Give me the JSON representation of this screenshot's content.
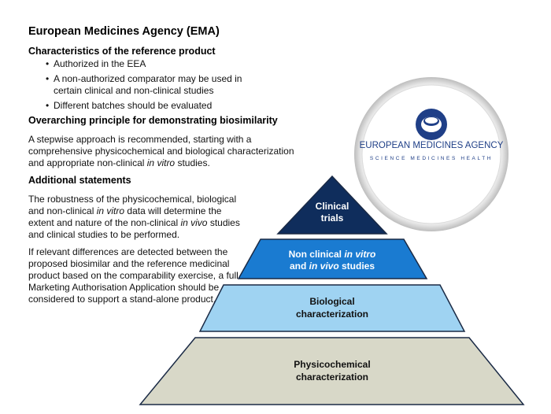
{
  "title": "European Medicines Agency (EMA)",
  "section1": {
    "heading": "Characteristics of the reference product",
    "bullets": [
      "Authorized in the EEA",
      "A non-authorized comparator may be used in certain clinical and non-clinical studies",
      "Different batches should be evaluated"
    ]
  },
  "section2": {
    "heading": "Overarching principle for demonstrating biosimilarity",
    "text_before": "A stepwise approach is recommended, starting with a comprehensive physicochemical and biological characterization and appropriate non-clinical ",
    "text_italic": "in vitro",
    "text_after": " studies."
  },
  "section3": {
    "heading": "Additional statements",
    "para1_a": "The robustness of the physicochemical, biological and non-clinical ",
    "para1_b": "in vitro",
    "para1_c": " data will determine the extent and nature of the non-clinical ",
    "para1_d": "in vivo",
    "para1_e": " studies and clinical studies to be performed.",
    "para2": "If relevant differences are detected between the proposed biosimilar and the reference medicinal product based on the comparability exercise, a full Marketing Authorisation Application should be considered to support a stand-alone product."
  },
  "logo": {
    "name": "EUROPEAN MEDICINES AGENCY",
    "tagline": "SCIENCE MEDICINES HEALTH",
    "color": "#1f3f87"
  },
  "pyramid": {
    "levels": [
      {
        "line1": "Clinical",
        "line2": "trials",
        "fill": "#0f2d5c",
        "text_color": "#ffffff"
      },
      {
        "line1_a": "Non clinical ",
        "line1_b": "in vitro",
        "line2_a": "and ",
        "line2_b": "in vivo",
        "line2_c": " studies",
        "fill": "#1a7bd1",
        "text_color": "#ffffff"
      },
      {
        "line1": "Biological",
        "line2": "characterization",
        "fill": "#9fd3f2",
        "text_color": "#111111"
      },
      {
        "line1": "Physicochemical",
        "line2": "characterization",
        "fill": "#d8d8c8",
        "text_color": "#111111"
      }
    ]
  }
}
